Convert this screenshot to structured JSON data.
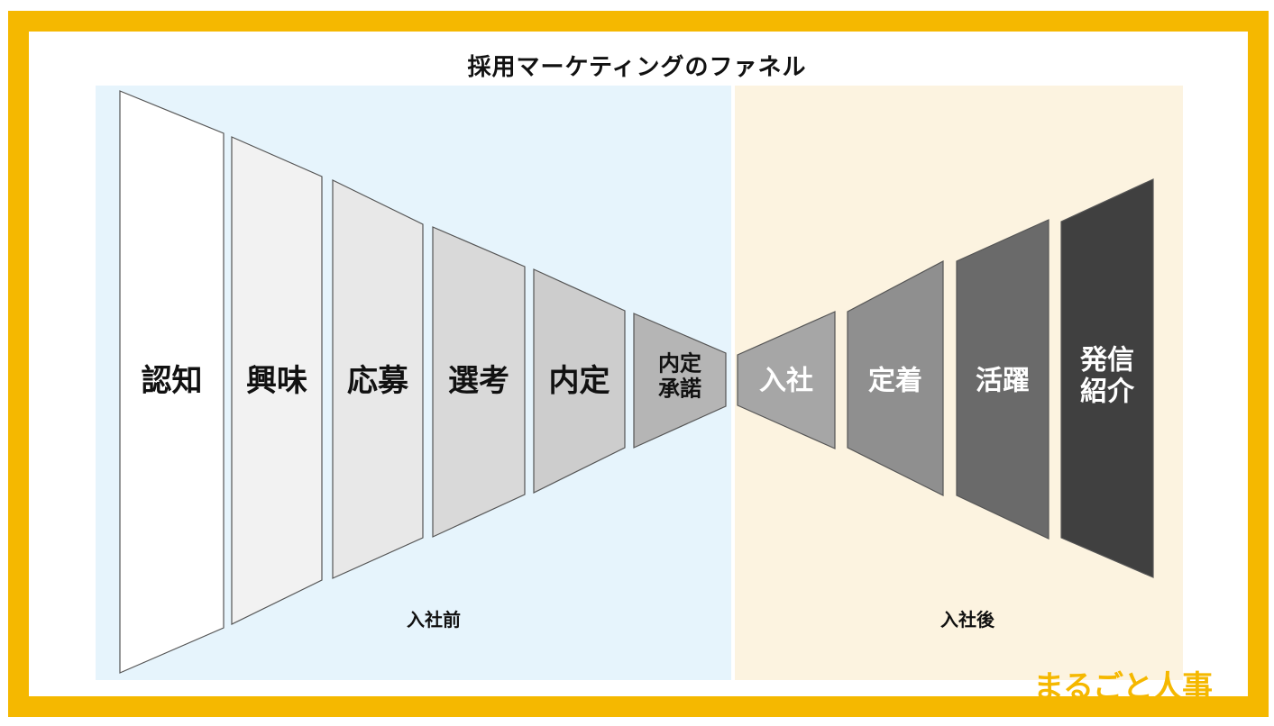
{
  "title": "採用マーケティングのファネル",
  "phases": {
    "before": "入社前",
    "after": "入社後"
  },
  "stages": [
    {
      "label": "認知",
      "fill": "#ffffff",
      "text": "#111111"
    },
    {
      "label": "興味",
      "fill": "#f2f2f2",
      "text": "#111111"
    },
    {
      "label": "応募",
      "fill": "#e8e8e8",
      "text": "#111111"
    },
    {
      "label": "選考",
      "fill": "#d9d9d9",
      "text": "#111111"
    },
    {
      "label": "内定",
      "fill": "#cdcdcd",
      "text": "#111111"
    },
    {
      "label": "内定\n承諾",
      "fill": "#b5b5b5",
      "text": "#111111"
    },
    {
      "label": "入社",
      "fill": "#a6a6a6",
      "text": "#ffffff"
    },
    {
      "label": "定着",
      "fill": "#8f8f8f",
      "text": "#ffffff"
    },
    {
      "label": "活躍",
      "fill": "#6a6a6a",
      "text": "#ffffff"
    },
    {
      "label": "発信\n紹介",
      "fill": "#404040",
      "text": "#ffffff"
    }
  ],
  "logo": "まるごと人事",
  "colors": {
    "border": "#f5b800",
    "before_bg": "#e6f4fc",
    "after_bg": "#fcf3e0"
  }
}
